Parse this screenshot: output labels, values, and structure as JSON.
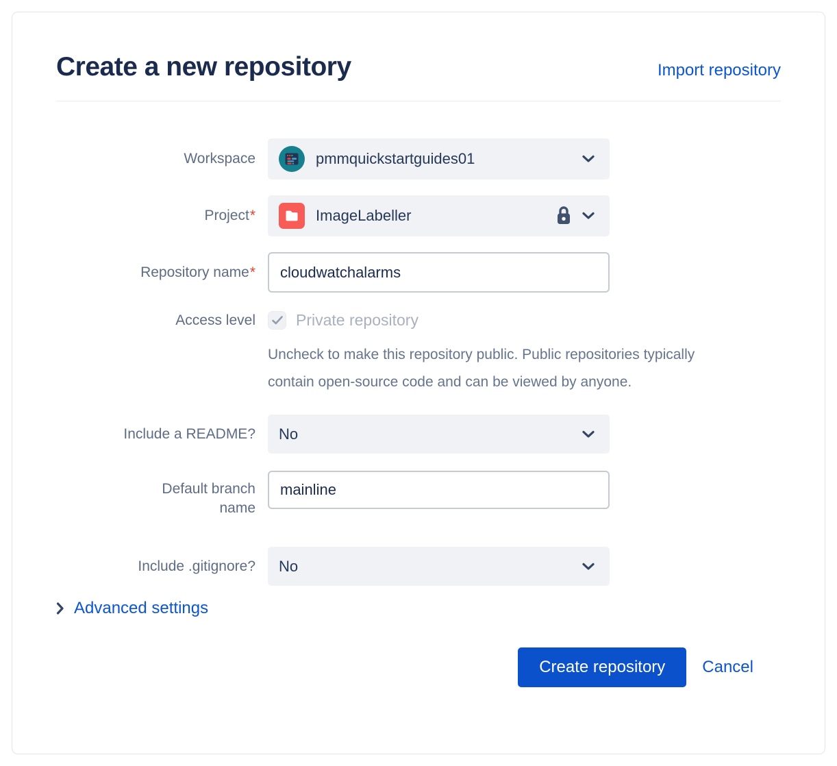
{
  "dialog": {
    "title": "Create a new repository",
    "import_link": "Import repository"
  },
  "form": {
    "workspace": {
      "label": "Workspace",
      "value": "pmmquickstartguides01"
    },
    "project": {
      "label": "Project",
      "required_mark": "*",
      "value": "ImageLabeller",
      "locked": true
    },
    "repository_name": {
      "label": "Repository name",
      "required_mark": "*",
      "value": "cloudwatchalarms"
    },
    "access_level": {
      "label": "Access level",
      "checkbox_label": "Private repository",
      "checked": true,
      "disabled": true,
      "help": "Uncheck to make this repository public. Public repositories typically contain open-source code and can be viewed by anyone."
    },
    "readme": {
      "label": "Include a README?",
      "value": "No"
    },
    "default_branch": {
      "label": "Default branch name",
      "value": "mainline"
    },
    "gitignore": {
      "label": "Include .gitignore?",
      "value": "No"
    },
    "advanced_settings": {
      "label": "Advanced settings"
    }
  },
  "actions": {
    "create_label": "Create repository",
    "cancel_label": "Cancel"
  },
  "icons": {
    "workspace_avatar": "workspace-avatar",
    "project_folder": "folder-icon",
    "project_lock": "lock-icon",
    "dropdown_chevron": "chevron-down-icon",
    "advanced_chevron": "chevron-right-icon"
  },
  "colors": {
    "link_blue": "#0C55D2",
    "button_blue": "#0B51CB",
    "title_navy": "#1B2B4D",
    "label_gray": "#5E6C84",
    "help_gray": "#66748C",
    "disabled_text": "#A9B0BF",
    "required_red": "#E2402A",
    "field_bg": "#F1F2F5",
    "avatar_teal": "#17808F",
    "project_icon_red": "#F75C56",
    "card_border": "#E3E5E9"
  }
}
